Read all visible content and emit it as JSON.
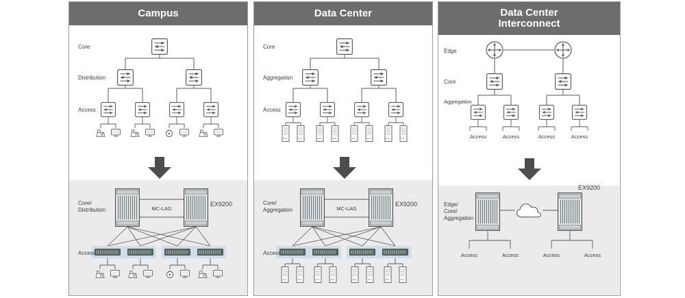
{
  "panels": {
    "campus": {
      "title": "Campus",
      "tiers": {
        "core": "Core",
        "distribution": "Distribution",
        "access": "Access"
      },
      "bottom": {
        "tier_line1": "Core/",
        "tier_line2": "Distribution",
        "mclag": "MC-LAG",
        "product": "EX9200",
        "access": "Access"
      }
    },
    "datacenter": {
      "title": "Data Center",
      "tiers": {
        "core": "Core",
        "aggregation": "Aggregation",
        "access": "Access"
      },
      "bottom": {
        "tier_line1": "Core/",
        "tier_line2": "Aggregation",
        "mclag": "MC-LAG",
        "product": "EX9200",
        "access": "Access"
      }
    },
    "dci": {
      "title_line1": "Data Center",
      "title_line2": "Interconnect",
      "tiers": {
        "edge": "Edge",
        "core": "Core",
        "aggregation": "Aggregation",
        "access": "Access"
      },
      "bottom": {
        "tier_line1": "Edge/",
        "tier_line2": "Core/",
        "tier_line3": "Aggregation",
        "product": "EX9200",
        "access": "Access"
      }
    }
  },
  "icons": [
    "switch-icon",
    "router-icon",
    "ex9200-chassis-icon",
    "access-rack-switch-icon",
    "phone-icon",
    "monitor-icon",
    "wireless-ap-icon",
    "server-icon",
    "cloud-icon",
    "down-arrow-icon"
  ],
  "colors": {
    "header_bg": "#6d6d6d",
    "panel_border": "#9a9a9a",
    "section_bg": "#ebebeb",
    "connector": "#5a5a5a",
    "arrow": "#4d4d4d",
    "access_band": "#cfdde9"
  }
}
